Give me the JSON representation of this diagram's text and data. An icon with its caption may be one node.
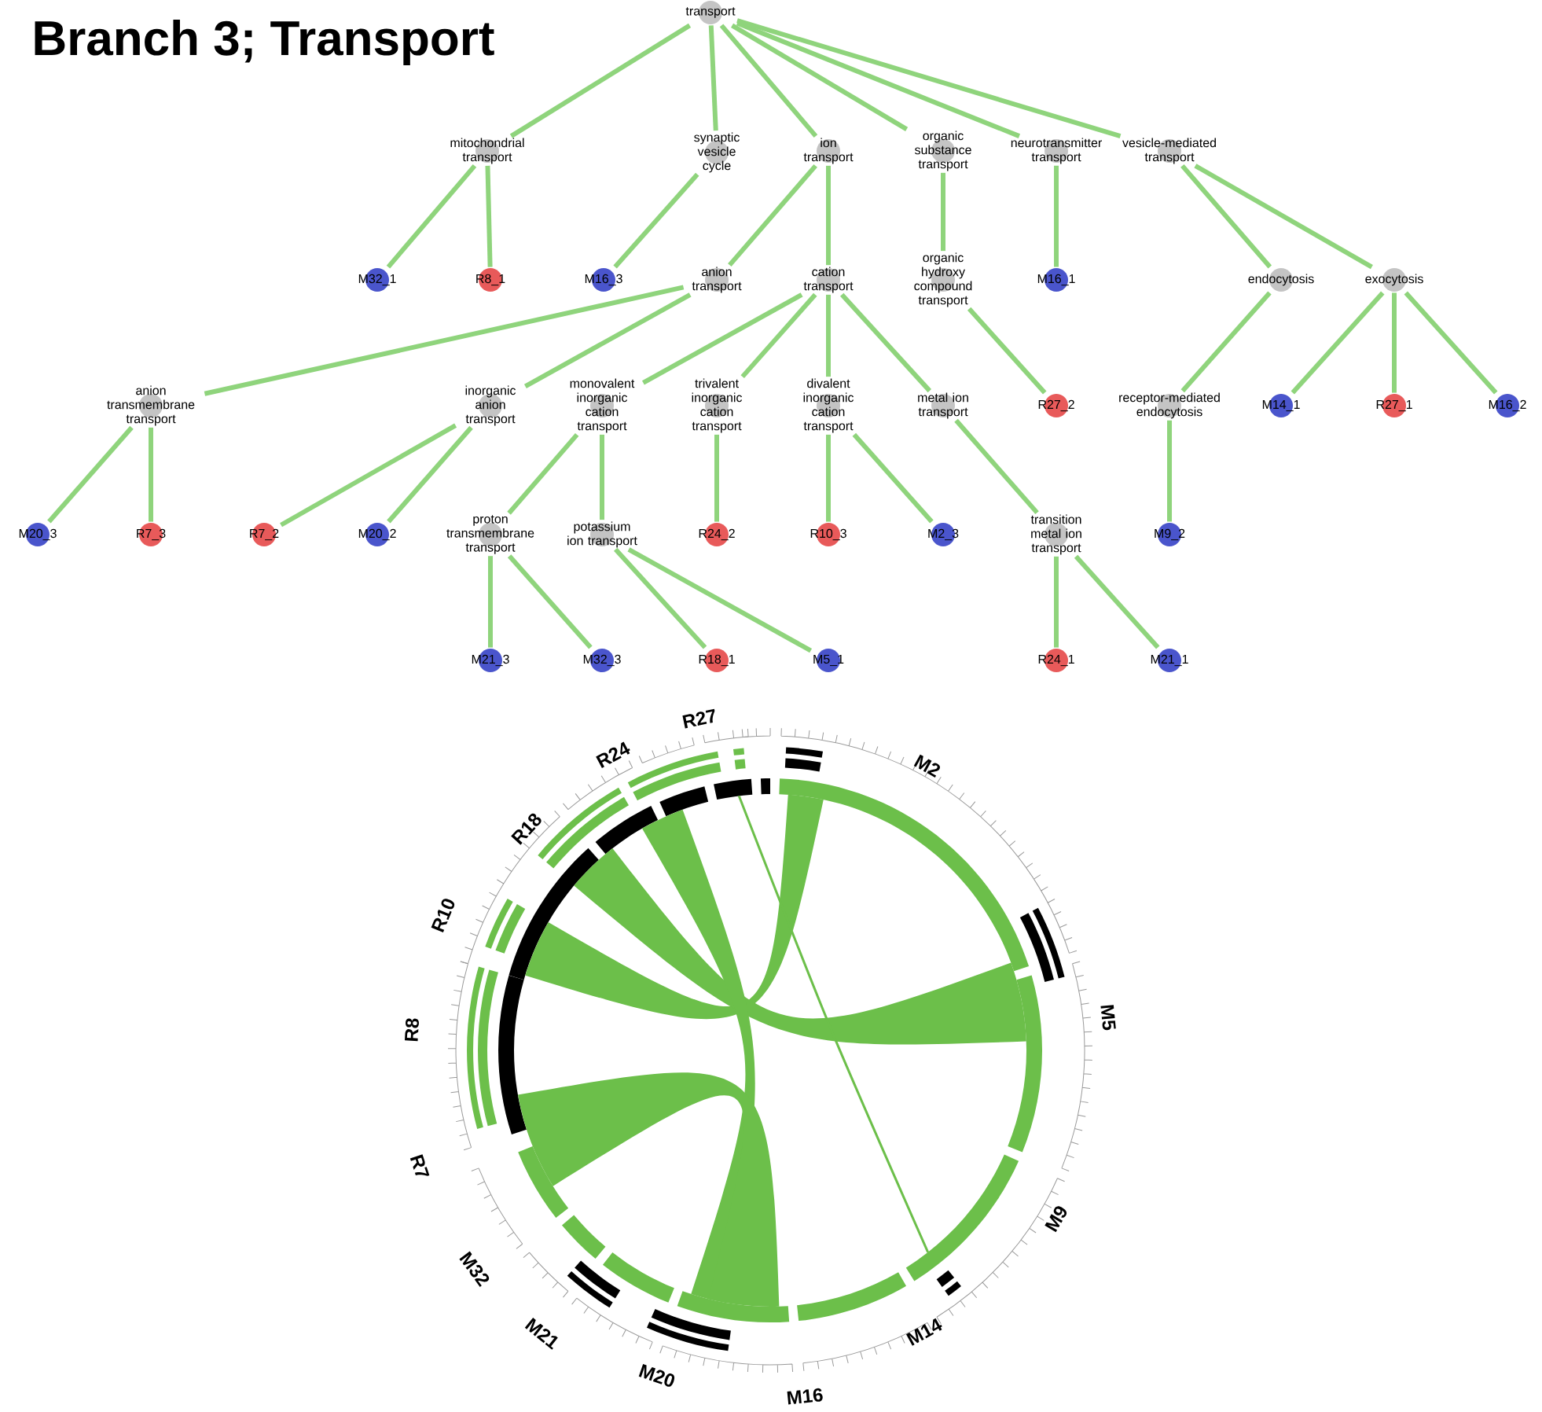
{
  "diagram": {
    "title": "Branch 3; Transport",
    "nodes": [
      {
        "text": [
          "transport"
        ]
      },
      {
        "text": [
          "mitochondrial transport"
        ]
      },
      {
        "text": [
          "synaptic vesicle cycle"
        ]
      },
      {
        "text": [
          "ion transport"
        ]
      },
      {
        "text": [
          "organic substance transport"
        ]
      },
      {
        "text": [
          "neurotransmitter transport"
        ]
      },
      {
        "text": [
          "vesicle-mediated transport"
        ]
      },
      {
        "text": [
          "M32_1"
        ]
      },
      {
        "text": [
          "R8_1"
        ]
      },
      {
        "text": [
          "M16_3"
        ]
      },
      {
        "text": [
          "anion transport"
        ]
      },
      {
        "text": [
          "cation transport"
        ]
      },
      {
        "text": [
          "organic hydroxy compound transport"
        ]
      },
      {
        "text": [
          "M16_1"
        ]
      },
      {
        "text": [
          "endocytosis"
        ]
      },
      {
        "text": [
          "exocytosis"
        ]
      },
      {
        "text": [
          "anion transmembrane transport"
        ]
      },
      {
        "text": [
          "inorganic anion transport"
        ]
      },
      {
        "text": [
          "monovalent inorganic cation transport"
        ]
      },
      {
        "text": [
          "trivalent inorganic cation transport"
        ]
      },
      {
        "text": [
          "divalent inorganic cation transport"
        ]
      },
      {
        "text": [
          "metal ion transport"
        ]
      },
      {
        "text": [
          "R27_2"
        ]
      },
      {
        "text": [
          "receptor-mediated endocytosis"
        ]
      },
      {
        "text": [
          "M14_1"
        ]
      },
      {
        "text": [
          "R27_1"
        ]
      },
      {
        "text": [
          "M16_2"
        ]
      },
      {
        "text": [
          "M20_3"
        ]
      },
      {
        "text": [
          "R7_3"
        ]
      },
      {
        "text": [
          "R7_2"
        ]
      },
      {
        "text": [
          "M20_2"
        ]
      },
      {
        "text": [
          "proton transmembrane transport"
        ]
      },
      {
        "text": [
          "potassium ion transport"
        ]
      },
      {
        "text": [
          "R24_2"
        ]
      },
      {
        "text": [
          "R10_3"
        ]
      },
      {
        "text": [
          "M2_3"
        ]
      },
      {
        "text": [
          "transition metal ion transport"
        ]
      },
      {
        "text": [
          "M9_2"
        ]
      },
      {
        "text": [
          "M21_3"
        ]
      },
      {
        "text": [
          "M32_3"
        ]
      },
      {
        "text": [
          "R18_1"
        ]
      },
      {
        "text": [
          "M5_1"
        ]
      },
      {
        "text": [
          "R24_1"
        ]
      },
      {
        "text": [
          "M21_1"
        ]
      }
    ],
    "edges": [
      {
        "from": 0,
        "to": 1,
        "arrow": "none"
      },
      {
        "from": 0,
        "to": 2,
        "arrow": "none"
      },
      {
        "from": 0,
        "to": 3,
        "arrow": "none"
      },
      {
        "from": 0,
        "to": 4,
        "arrow": "none"
      },
      {
        "from": 0,
        "to": 5,
        "arrow": "none"
      },
      {
        "from": 0,
        "to": 6,
        "arrow": "none"
      },
      {
        "from": 1,
        "to": 7,
        "arrow": "none"
      },
      {
        "from": 1,
        "to": 8,
        "arrow": "none"
      },
      {
        "from": 2,
        "to": 9,
        "arrow": "none"
      },
      {
        "from": 3,
        "to": 10,
        "arrow": "none"
      },
      {
        "from": 3,
        "to": 11,
        "arrow": "none"
      },
      {
        "from": 4,
        "to": 12,
        "arrow": "none"
      },
      {
        "from": 5,
        "to": 13,
        "arrow": "none"
      },
      {
        "from": 6,
        "to": 14,
        "arrow": "none"
      },
      {
        "from": 6,
        "to": 15,
        "arrow": "none"
      },
      {
        "from": 10,
        "to": 16,
        "arrow": "none"
      },
      {
        "from": 10,
        "to": 17,
        "arrow": "none"
      },
      {
        "from": 11,
        "to": 18,
        "arrow": "none"
      },
      {
        "from": 11,
        "to": 19,
        "arrow": "none"
      },
      {
        "from": 11,
        "to": 20,
        "arrow": "none"
      },
      {
        "from": 11,
        "to": 21,
        "arrow": "none"
      },
      {
        "from": 12,
        "to": 22,
        "arrow": "none"
      },
      {
        "from": 14,
        "to": 23,
        "arrow": "none"
      },
      {
        "from": 15,
        "to": 24,
        "arrow": "none"
      },
      {
        "from": 15,
        "to": 25,
        "arrow": "none"
      },
      {
        "from": 15,
        "to": 26,
        "arrow": "none"
      },
      {
        "from": 16,
        "to": 27,
        "arrow": "none"
      },
      {
        "from": 16,
        "to": 28,
        "arrow": "none"
      },
      {
        "from": 17,
        "to": 29,
        "arrow": "none"
      },
      {
        "from": 17,
        "to": 30,
        "arrow": "none"
      },
      {
        "from": 18,
        "to": 31,
        "arrow": "none"
      },
      {
        "from": 18,
        "to": 32,
        "arrow": "none"
      },
      {
        "from": 19,
        "to": 33,
        "arrow": "none"
      },
      {
        "from": 20,
        "to": 34,
        "arrow": "none"
      },
      {
        "from": 20,
        "to": 35,
        "arrow": "none"
      },
      {
        "from": 21,
        "to": 36,
        "arrow": "none"
      },
      {
        "from": 23,
        "to": 37,
        "arrow": "none"
      },
      {
        "from": 31,
        "to": 38,
        "arrow": "none"
      },
      {
        "from": 31,
        "to": 39,
        "arrow": "none"
      },
      {
        "from": 32,
        "to": 40,
        "arrow": "none"
      },
      {
        "from": 32,
        "to": 41,
        "arrow": "none"
      },
      {
        "from": 36,
        "to": 42,
        "arrow": "none"
      },
      {
        "from": 36,
        "to": 43,
        "arrow": "none"
      }
    ],
    "labels": [
      "R27",
      "M2",
      "M5",
      "M9",
      "M14",
      "M16",
      "M20",
      "M21",
      "M32",
      "R7",
      "R8",
      "R10",
      "R18",
      "R24"
    ]
  }
}
